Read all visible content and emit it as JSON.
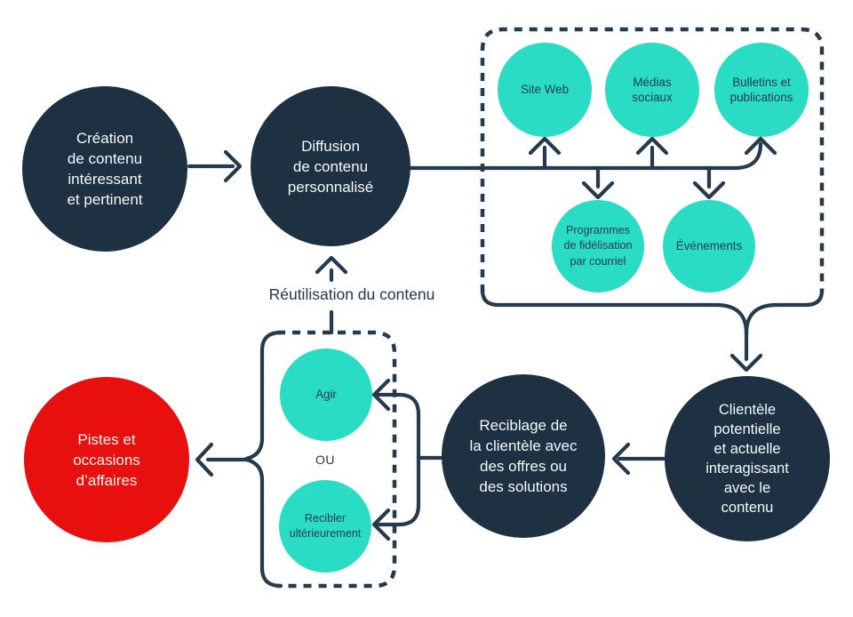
{
  "diagram": {
    "type": "flow-diagram",
    "language": "fr",
    "colors": {
      "background": "#ffffff",
      "navy_circle": "#1d3143",
      "teal_circle": "#2adcc4",
      "red_circle": "#e8100e",
      "line": "#253b4d",
      "light_text": "#f5f8fa",
      "dark_text": "#1c3c4e"
    },
    "nodes": {
      "creation": {
        "label": "Création\nde contenu\nintéressant\net pertinent",
        "color": "navy"
      },
      "diffusion": {
        "label": "Diffusion\nde contenu\npersonnalisé",
        "color": "navy"
      },
      "site_web": {
        "label": "Site Web",
        "color": "teal"
      },
      "medias_sociaux": {
        "label": "Médias\nsociaux",
        "color": "teal"
      },
      "bulletins": {
        "label": "Bulletins et\npublications",
        "color": "teal"
      },
      "programmes": {
        "label": "Programmes\nde fidélisation\npar courriel",
        "color": "teal"
      },
      "evenements": {
        "label": "Événements",
        "color": "teal"
      },
      "clientele": {
        "label": "Clientèle\npotentielle\net actuelle\ninteragissant\navec le\ncontenu",
        "color": "navy"
      },
      "reciblage": {
        "label": "Reciblage de\nla clientèle avec\ndes offres ou\ndes solutions",
        "color": "navy"
      },
      "agir": {
        "label": "Agir",
        "color": "teal"
      },
      "recibler": {
        "label": "Recibler\nultérieurement",
        "color": "teal"
      },
      "pistes": {
        "label": "Pistes et\noccasions\nd’affaires",
        "color": "red"
      }
    },
    "annotations": {
      "reuse": {
        "label": "Réutilisation du contenu"
      },
      "ou": {
        "label": "OU"
      }
    }
  }
}
